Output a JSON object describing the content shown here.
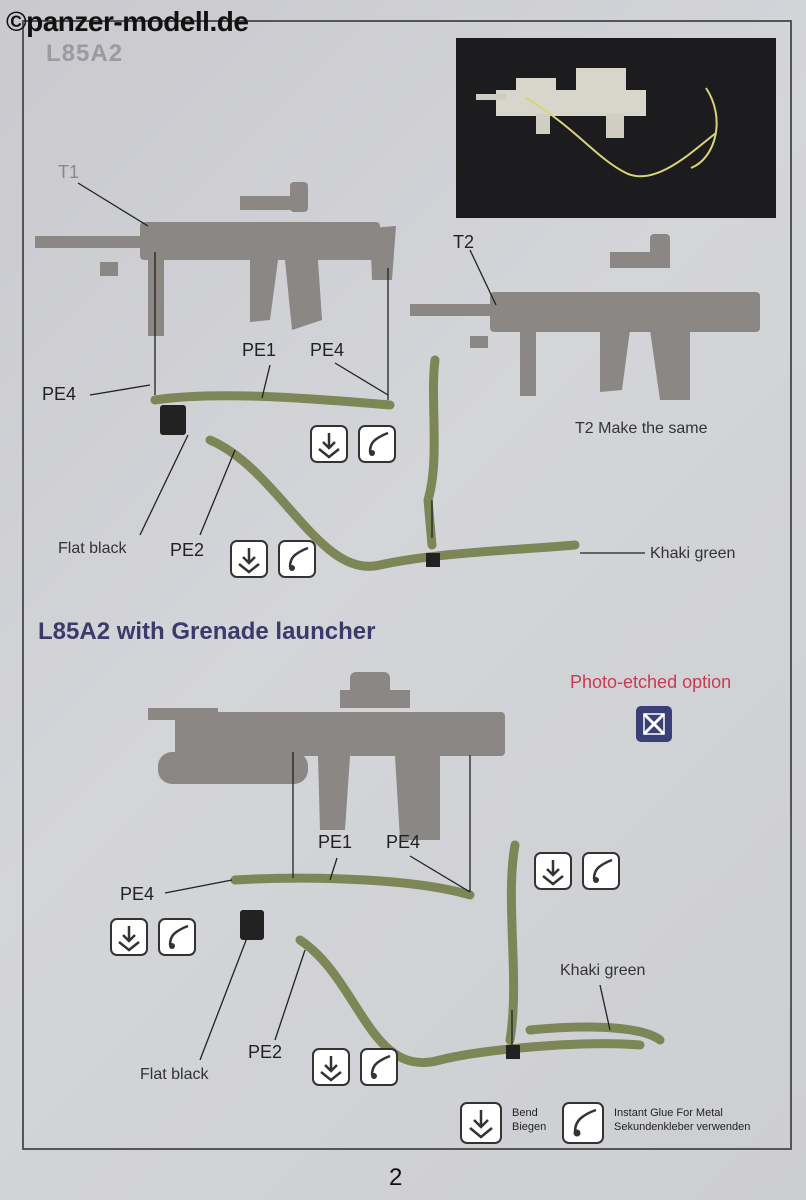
{
  "watermark": "©panzer-modell.de",
  "section1": {
    "title": "L85A2",
    "labels": {
      "t1": "T1",
      "t2": "T2",
      "pe1": "PE1",
      "pe4a": "PE4",
      "pe4b": "PE4",
      "pe2": "PE2",
      "flat_black": "Flat black",
      "khaki_green": "Khaki green",
      "make_same": "T2 Make the same"
    }
  },
  "section2": {
    "title": "L85A2 with Grenade launcher",
    "photo_etched": "Photo-etched option",
    "labels": {
      "pe1": "PE1",
      "pe4a": "PE4",
      "pe4b": "PE4",
      "pe2": "PE2",
      "flat_black": "Flat black",
      "khaki_green": "Khaki green"
    }
  },
  "legend": {
    "bend_en": "Bend",
    "bend_de": "Biegen",
    "glue_en": "Instant Glue For Metal",
    "glue_de": "Sekundenkleber verwenden"
  },
  "page_number": "2",
  "icons": [
    "bend-icon",
    "glue-icon",
    "photo-etched-icon"
  ],
  "colors": {
    "sling": "#7d8656",
    "rifle": "#8a8785",
    "label_title": "#3c3a6a",
    "red": "#c83a55"
  }
}
